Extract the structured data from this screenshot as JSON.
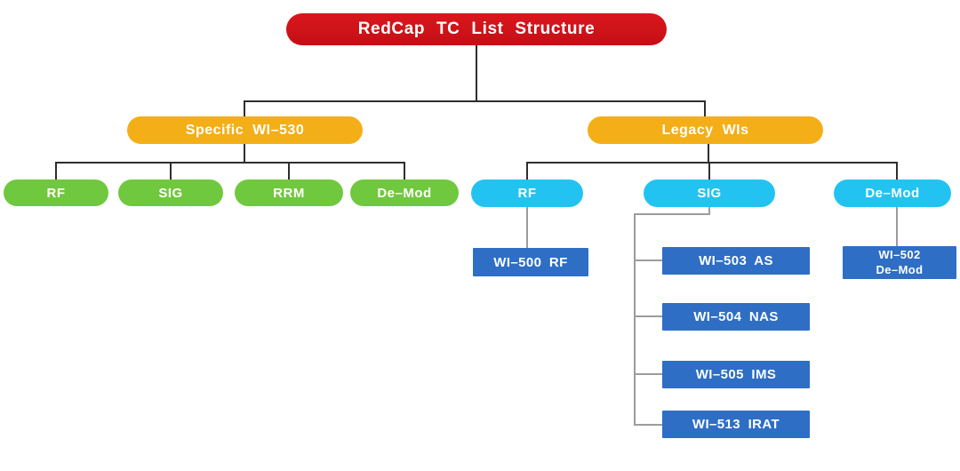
{
  "colors": {
    "root": "#da171d",
    "root_dark": "#c30f15",
    "branch": "#f4ae17",
    "specific_child": "#70c83e",
    "legacy_child": "#23c3f1",
    "leaf": "#2e6ec5",
    "line_dark": "#2e2e2e",
    "line_gray": "#9c9c9c"
  },
  "nodes": {
    "root": {
      "label": "RedCap TC List Structure"
    },
    "specific": {
      "label": "Specific WI–530"
    },
    "legacy": {
      "label": "Legacy WIs"
    },
    "specific_children": [
      {
        "label": "RF"
      },
      {
        "label": "SIG"
      },
      {
        "label": "RRM"
      },
      {
        "label": "De–Mod"
      }
    ],
    "legacy_children": [
      {
        "label": "RF"
      },
      {
        "label": "SIG"
      },
      {
        "label": "De–Mod"
      }
    ],
    "leaves": {
      "wi500_rf": {
        "label": "WI–500 RF"
      },
      "wi503_as": {
        "label": "WI–503 AS"
      },
      "wi504_nas": {
        "label": "WI–504 NAS"
      },
      "wi505_ims": {
        "label": "WI–505 IMS"
      },
      "wi513_irat": {
        "label": "WI–513 IRAT"
      },
      "wi502_demod": {
        "label_line1": "WI–502",
        "label_line2": "De–Mod"
      }
    }
  }
}
